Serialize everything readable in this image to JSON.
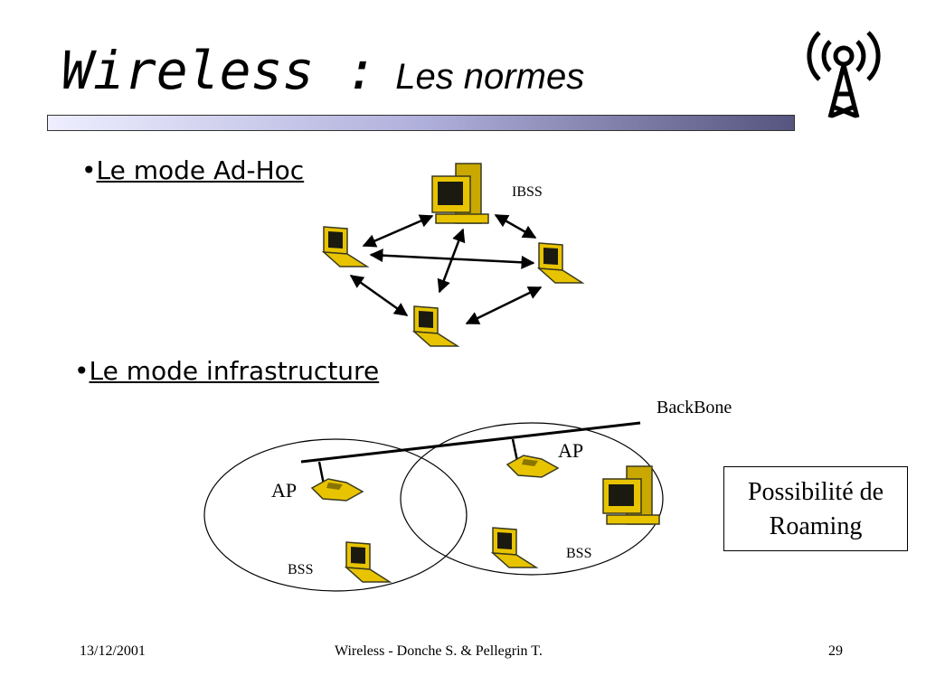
{
  "slide": {
    "title_main": "Wireless :",
    "title_sub": "Les normes"
  },
  "bullets": [
    {
      "marker": "•",
      "label": "Le mode Ad-Hoc"
    },
    {
      "marker": "•",
      "label": "Le mode infrastructure"
    }
  ],
  "adhoc": {
    "label": "IBSS"
  },
  "infrastructure": {
    "backbone_label": "BackBone",
    "ap_left_label": "AP",
    "ap_right_label": "AP",
    "bss_left_label": "BSS",
    "bss_right_label": "BSS"
  },
  "roaming_box": {
    "line1": "Possibilité de",
    "line2": "Roaming"
  },
  "footer": {
    "date": "13/12/2001",
    "center": "Wireless - Donche S. & Pellegrin T.",
    "page": "29"
  },
  "icons": [
    "antenna-tower-icon",
    "desktop-computer-icon",
    "laptop-icon",
    "access-point-icon"
  ],
  "colors": {
    "device_yellow": "#e8c400",
    "device_dark": "#3a3a20",
    "title_bar_dark": "#55557f"
  }
}
